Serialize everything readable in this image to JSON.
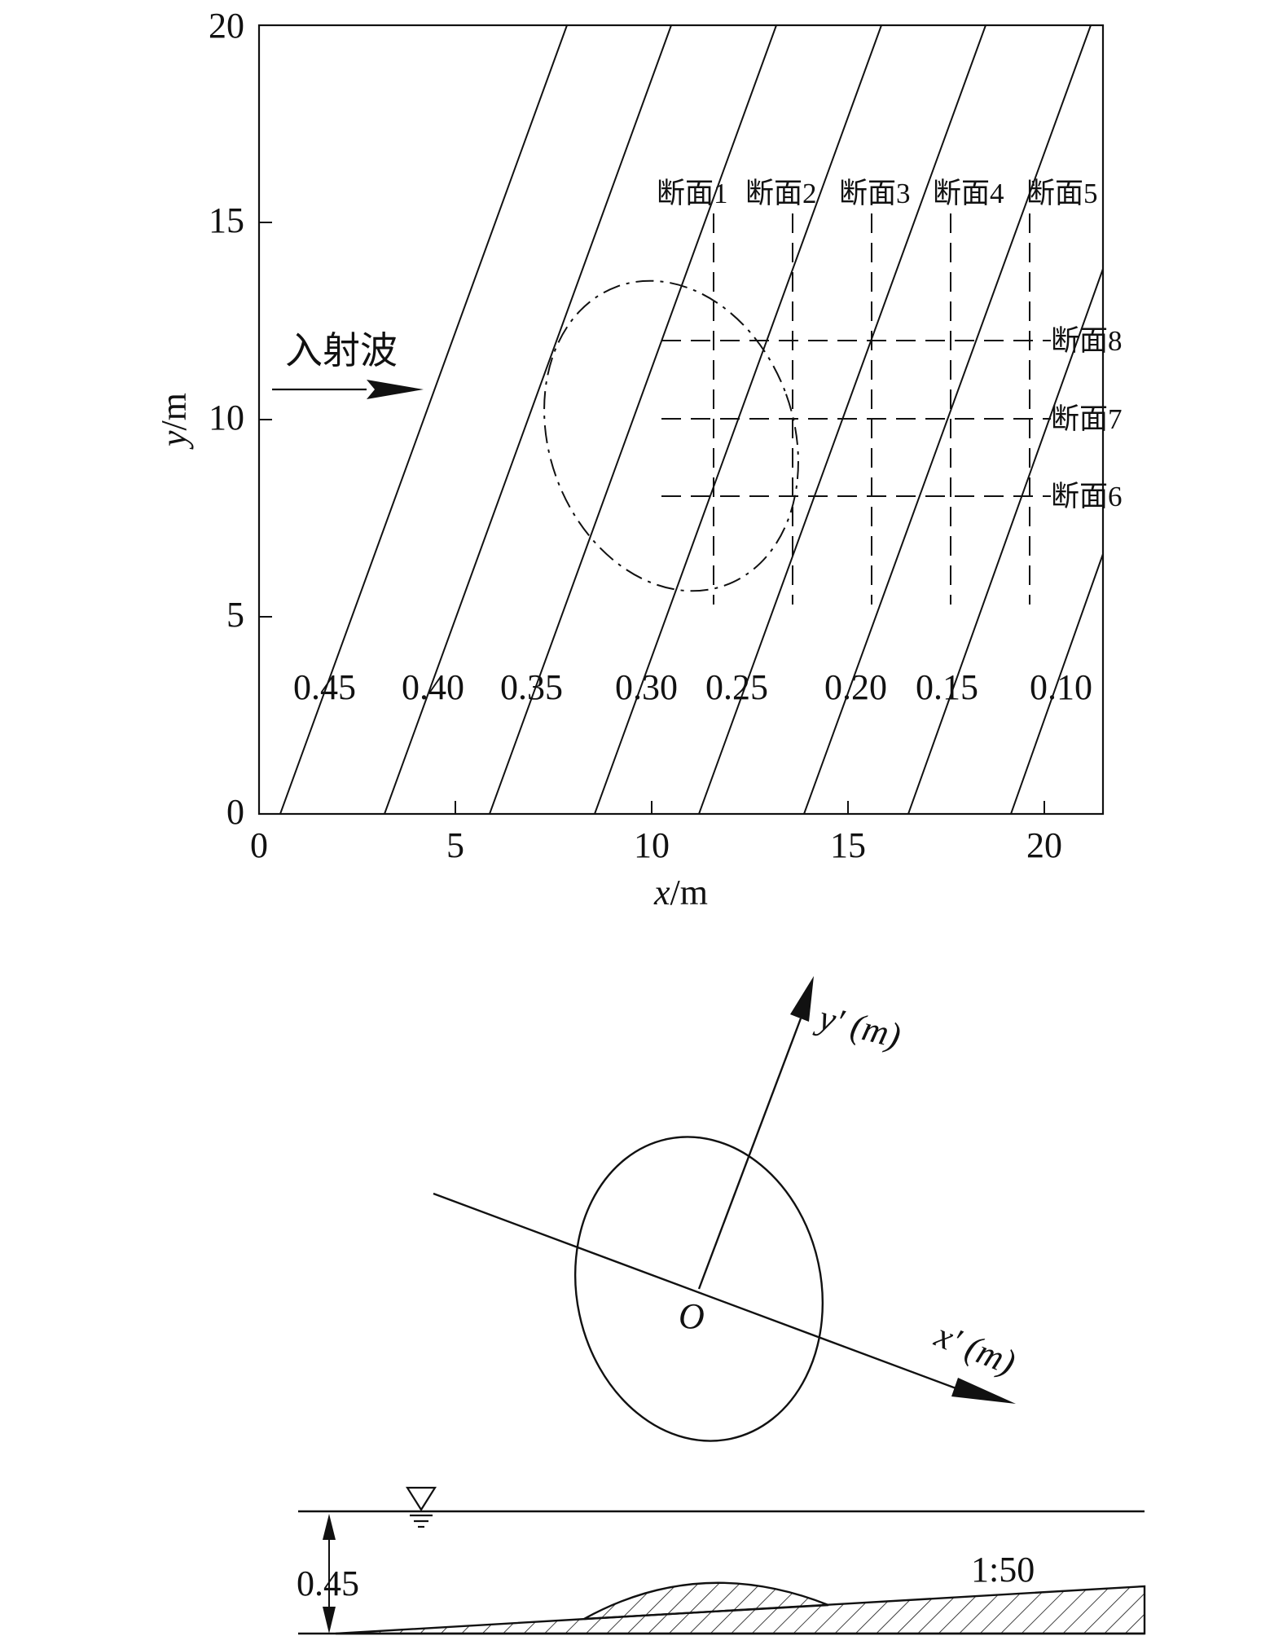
{
  "plan_view": {
    "axes": {
      "x_label_var": "x",
      "x_label_unit": "/m",
      "y_label_var": "y",
      "y_label_unit": "/m",
      "x_ticks": [
        "0",
        "5",
        "10",
        "15",
        "20"
      ],
      "y_ticks": [
        "0",
        "5",
        "10",
        "15",
        "20"
      ]
    },
    "incident_wave_label": "入射波",
    "depth_contour_labels": [
      "0.45",
      "0.40",
      "0.35",
      "0.30",
      "0.25",
      "0.20",
      "0.15",
      "0.10"
    ],
    "section_labels_vertical": [
      "断面1",
      "断面2",
      "断面3",
      "断面4",
      "断面5"
    ],
    "section_labels_horizontal": [
      "断面8",
      "断面7",
      "断面6"
    ]
  },
  "shoal_detail": {
    "y_axis_label": "y′ (m)",
    "x_axis_label": "x′ (m)",
    "origin_label": "O"
  },
  "cross_section": {
    "depth_label": "0.45",
    "slope_label": "1:50"
  },
  "colors": {
    "line": "#111111",
    "background": "#ffffff"
  }
}
